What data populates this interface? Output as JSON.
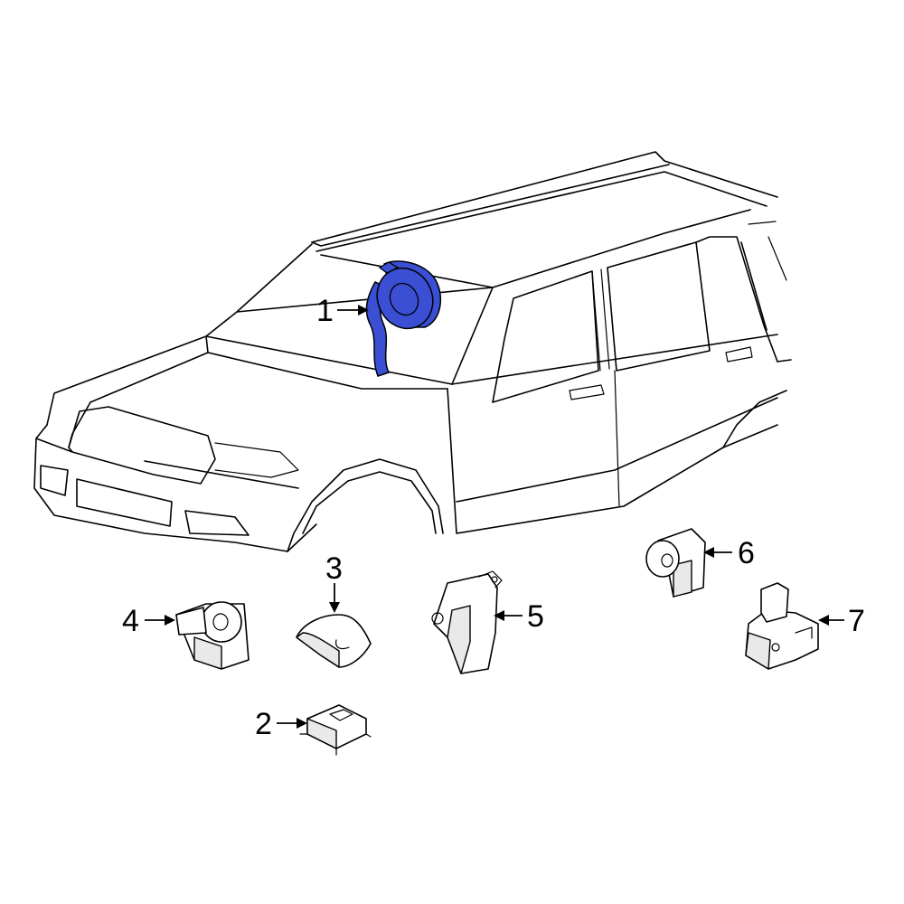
{
  "diagram": {
    "highlight_color": "#3a4fd4",
    "callouts": [
      {
        "id": 1,
        "label": "1"
      },
      {
        "id": 2,
        "label": "2"
      },
      {
        "id": 3,
        "label": "3"
      },
      {
        "id": 4,
        "label": "4"
      },
      {
        "id": 5,
        "label": "5"
      },
      {
        "id": 6,
        "label": "6"
      },
      {
        "id": 7,
        "label": "7"
      }
    ]
  }
}
